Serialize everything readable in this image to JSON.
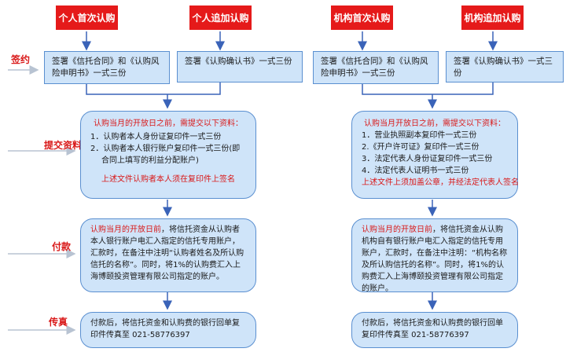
{
  "top_boxes": [
    "个人首次认购",
    "个人追加认购",
    "机构首次认购",
    "机构追加认购"
  ],
  "side_labels": {
    "sign": "签约",
    "submit": "提交资料",
    "pay": "付款",
    "fax": "传真"
  },
  "sign_boxes": [
    "签署《信托合同》和《认购风险申明书》一式三份",
    "签署《认购确认书》一式三份",
    "签署《信托合同》和《认购风险申明书》一式三份",
    "签署《认购确认书》一式三份"
  ],
  "submit_personal": {
    "heading": "认购当月的开放日之前，需提交以下资料：",
    "items": [
      "1．认购者本人身份证复印件一式三份",
      "2．认购者本人银行账户复印件一式三份(即合同上填写的利益分配账户)"
    ],
    "note": "上述文件认购者本人须在复印件上签名"
  },
  "submit_org": {
    "heading": "认购当月开放日之前，需提交以下资料：",
    "items": [
      "1．营业执照副本复印件一式三份",
      "2.《开户许可证》复印件一式三份",
      "3．法定代表人身份证复印件一式三份",
      "4．法定代表人证明书一式三份"
    ],
    "note": "上述文件上须加盖公章，并经法定代表人签名"
  },
  "pay_personal": {
    "lead": "认购当月的开放日前",
    "text": "，将信托资金从认购者本人银行账户电汇入指定的信托专用账户，汇款时，在备注中注明“认购者姓名及所认购信托的名称”。同时，将1%的认购费汇入上海博颐投资管理有限公司指定的账户。"
  },
  "pay_org": {
    "lead": "认购当月的开放日前",
    "text": "，将信托资金从认购机构自有银行账户电汇入指定的信托专用账户，汇款时，在备注中注明：“机构名称及所认购信托的名称”。同时，将1%的认购费汇入上海博颐投资管理有限公司指定的账户。"
  },
  "fax_boxes": [
    "付款后，将信托资金和认购费的银行回单复印件传真至 021-58776397",
    "付款后，将信托资金和认购费的银行回单复印件传真至 021-58776397"
  ],
  "colors": {
    "red": "#e51a1a",
    "box_fill": "#cfe4f9",
    "box_border": "#5a8fd0",
    "arrow": "#3a63b8"
  }
}
